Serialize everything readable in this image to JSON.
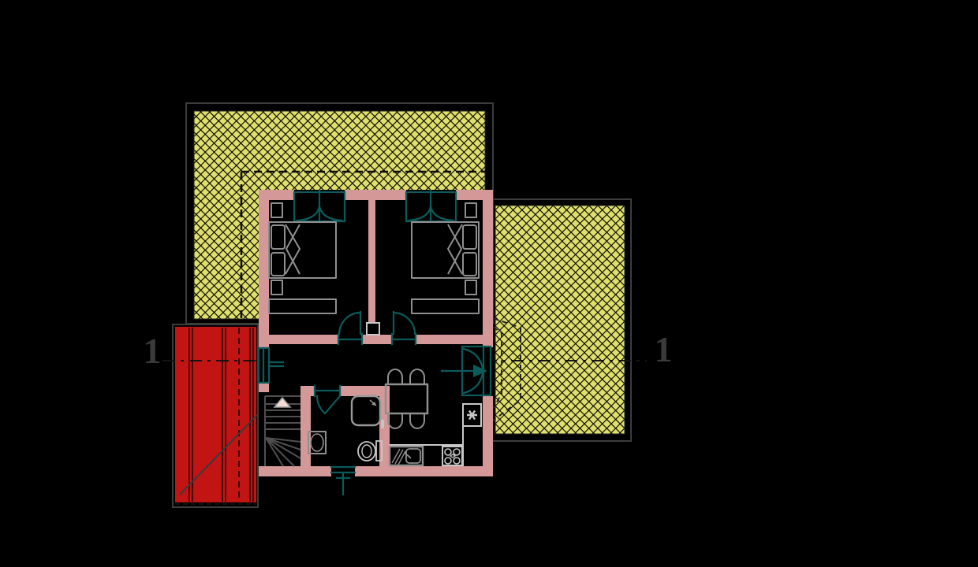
{
  "title": "floor-plan-cad-view",
  "section_markers": {
    "left_label": "1",
    "right_label": "1"
  },
  "colors": {
    "bg": "#000000",
    "wall": "#d49898",
    "frame": "#0b5b5b",
    "hatch_yellow": "#dfdf6e",
    "roof_red": "#c31414",
    "roofline": "#250000",
    "outline": "#3c3c3c",
    "furniture": "#8f8f8f",
    "kitchen": "#c8c8c8",
    "stair": "#4f4f4f",
    "arrow_fill": "#f2ded6",
    "label": "#3a3a3a"
  },
  "plan": {
    "terraces": [
      "upper-terrace-hatched",
      "side-terrace-hatched"
    ],
    "roof": "red-pitched-roof-left",
    "rooms": [
      "bedroom-left",
      "bedroom-right",
      "hall-living",
      "kitchen",
      "bathroom",
      "stairwell"
    ],
    "objects": [
      "double-bed-left",
      "double-bed-right",
      "wardrobe-left",
      "wardrobe-right",
      "dining-table-4-chairs",
      "kitchen-sink",
      "stove",
      "boiler",
      "shower",
      "washbasin",
      "toilet",
      "winder-stairs",
      "stair-up-arrow",
      "french-door-to-terrace",
      "exit-arrow",
      "chimney-flue",
      "vent-stack"
    ]
  }
}
